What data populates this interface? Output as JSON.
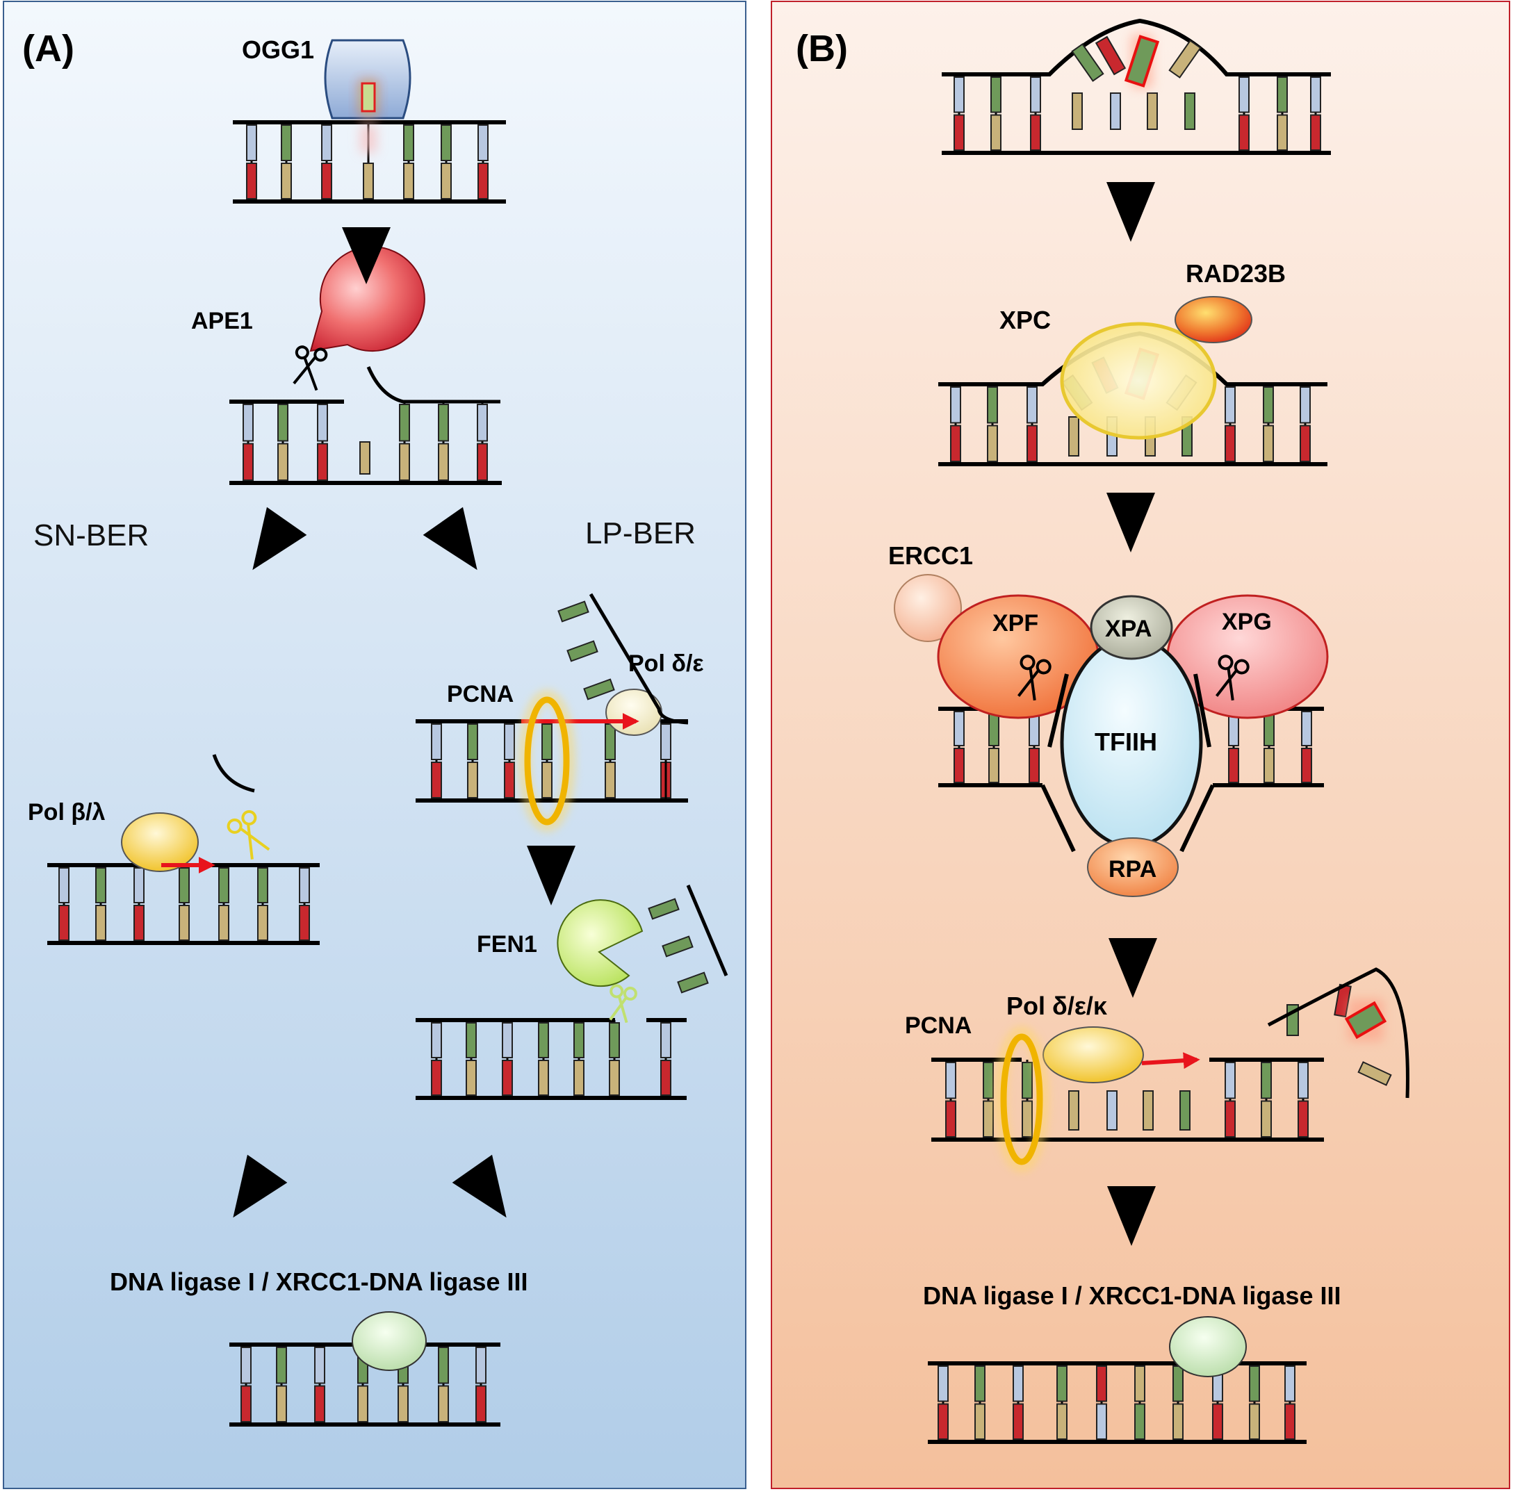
{
  "panels": [
    {
      "tag": "(A)"
    },
    {
      "tag": "(B)"
    }
  ],
  "panel_a": {
    "ogg1": "OGG1",
    "ape1": "APE1",
    "sn_ber": "SN-BER",
    "lp_ber": "LP-BER",
    "pcna": "PCNA",
    "pol_de": "Pol δ/ε",
    "pol_bl": "Pol β/λ",
    "fen1": "FEN1",
    "ligase": "DNA ligase I / XRCC1-DNA ligase III"
  },
  "panel_b": {
    "rad23b": "RAD23B",
    "xpc": "XPC",
    "ercc1": "ERCC1",
    "xpf": "XPF",
    "xpa": "XPA",
    "xpg": "XPG",
    "tfiih": "TFIIH",
    "rpa": "RPA",
    "pcna": "PCNA",
    "pol_dek": "Pol δ/ε/κ",
    "ligase": "DNA ligase I / XRCC1-DNA ligase III"
  },
  "colors": {
    "panel_a_border": "#3a5f8f",
    "panel_b_border": "#c0202a",
    "base_red": "#c8282e",
    "base_green": "#6f9a5a",
    "base_tan": "#c8b27a",
    "base_blue": "#b8c8e0",
    "pcna_ring": "#f0b400",
    "arrow_red": "#e8141c"
  }
}
